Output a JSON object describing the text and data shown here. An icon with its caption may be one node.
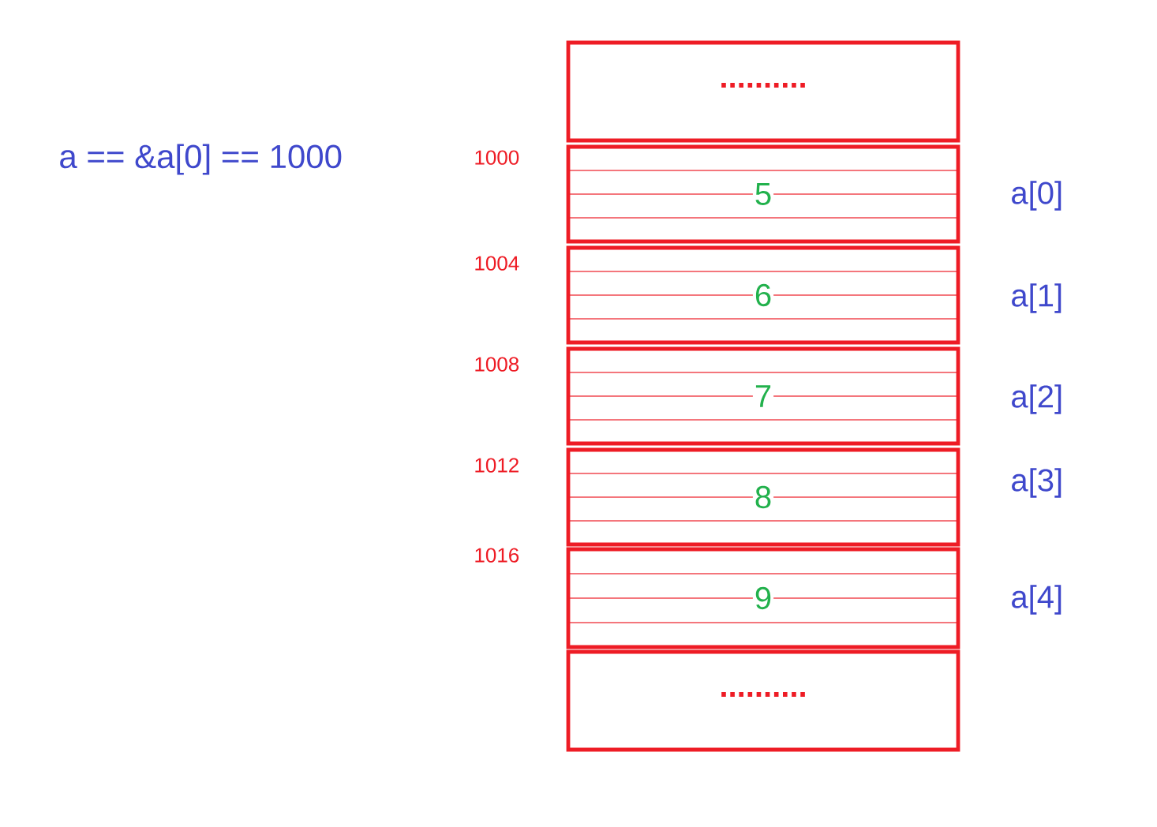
{
  "diagram": {
    "nodes": [
      {
        "text": [
          ".........."
        ]
      },
      {
        "text": [
          "5"
        ],
        "beside": [
          "1000",
          "a[0]"
        ]
      },
      {
        "text": [
          "6"
        ],
        "beside": [
          "1004",
          "a[1]"
        ]
      },
      {
        "text": [
          "7"
        ],
        "beside": [
          "1008",
          "a[2]"
        ]
      },
      {
        "text": [
          "8"
        ],
        "beside": [
          "1012",
          "a[3]"
        ]
      },
      {
        "text": [
          "9"
        ],
        "beside": [
          "1016",
          "a[4]"
        ]
      },
      {
        "text": [
          ".........."
        ]
      }
    ],
    "labels": [
      "a == &a[0] == 1000"
    ]
  }
}
